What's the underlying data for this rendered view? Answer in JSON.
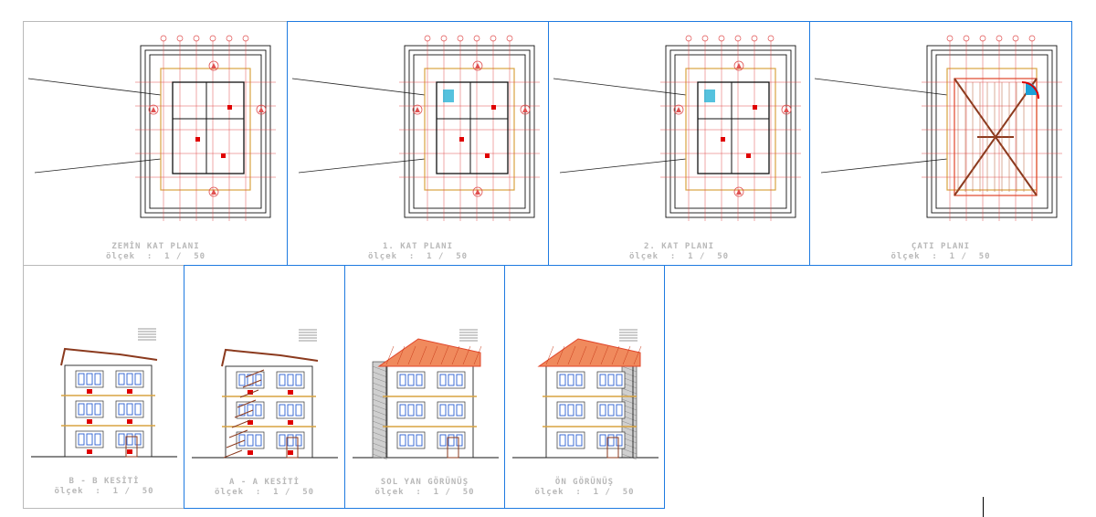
{
  "colors": {
    "frame_blue": "#1e7ae0",
    "frame_gray": "#b9b9b9",
    "wall": "#000000",
    "grid": "#e05050",
    "beam": "#d9a441",
    "roof": "#e0452a",
    "window": "#2a5dd0",
    "tag": "#e00000"
  },
  "sheets": [
    {
      "id": "zemin",
      "title": "ZEMİN KAT PLANI",
      "scale": "ölçek  :  1 /  50"
    },
    {
      "id": "kat1",
      "title": "1. KAT PLANI",
      "scale": "ölçek  :  1 /  50"
    },
    {
      "id": "kat2",
      "title": "2. KAT PLANI",
      "scale": "ölçek  :  1 /  50"
    },
    {
      "id": "cati",
      "title": "ÇATI PLANI",
      "scale": "ölçek  :  1 /  50"
    },
    {
      "id": "bb",
      "title": "B - B KESİTİ",
      "scale": "ölçek  :  1 /  50"
    },
    {
      "id": "aa",
      "title": "A - A KESİTİ",
      "scale": "ölçek  :  1 /  50"
    },
    {
      "id": "sol",
      "title": "SOL YAN GÖRÜNÜŞ",
      "scale": "ölçek  :  1 /  50"
    },
    {
      "id": "on",
      "title": "ÖN GÖRÜNÜŞ",
      "scale": "ölçek  :  1 /  50"
    }
  ]
}
